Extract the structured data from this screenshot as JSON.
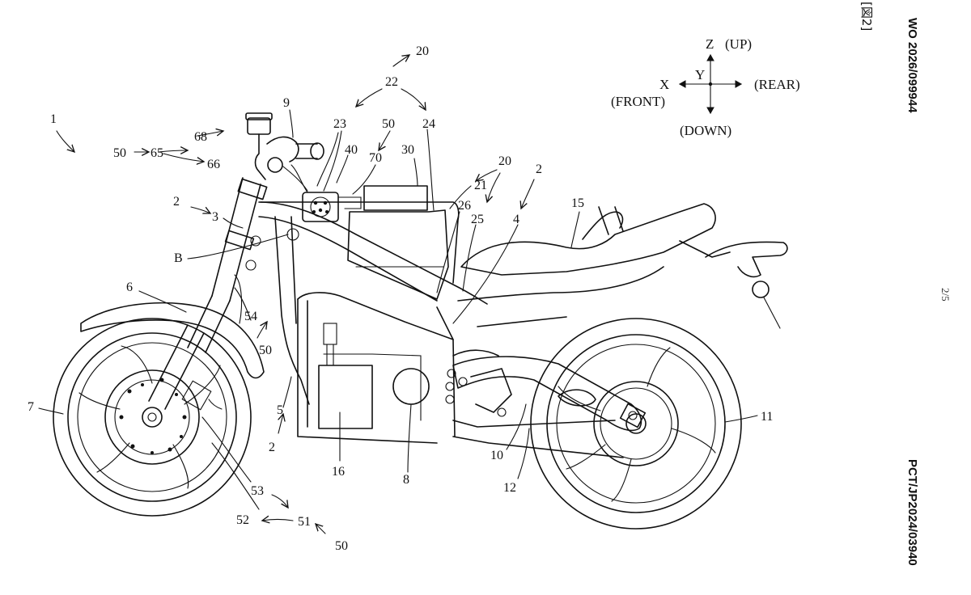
{
  "header": {
    "figure_label": "[図2]",
    "pub_number": "WO 2026/099944",
    "app_number": "PCT/JP2024/03940",
    "page_number": "2/5"
  },
  "axes": {
    "z": "Z",
    "up": "(UP)",
    "y": "Y",
    "x": "X",
    "rear": "(REAR)",
    "front": "(FRONT)",
    "down": "(DOWN)"
  },
  "labels": {
    "l1": "1",
    "l2a": "2",
    "l2b": "2",
    "l2c": "2",
    "l3": "3",
    "l4": "4",
    "l5": "5",
    "l6": "6",
    "l7": "7",
    "l8": "8",
    "l9": "9",
    "l10": "10",
    "l11": "11",
    "l12": "12",
    "l15": "15",
    "l16": "16",
    "l20a": "20",
    "l20b": "20",
    "l21": "21",
    "l22": "22",
    "l23": "23",
    "l24": "24",
    "l25": "25",
    "l26": "26",
    "l30": "30",
    "l40": "40",
    "l50a": "50",
    "l50b": "50",
    "l50c": "50",
    "l50d": "50",
    "l51": "51",
    "l52": "52",
    "l53": "53",
    "l54": "54",
    "l65": "65",
    "l66": "66",
    "l68": "68",
    "l70": "70",
    "lB": "B"
  }
}
